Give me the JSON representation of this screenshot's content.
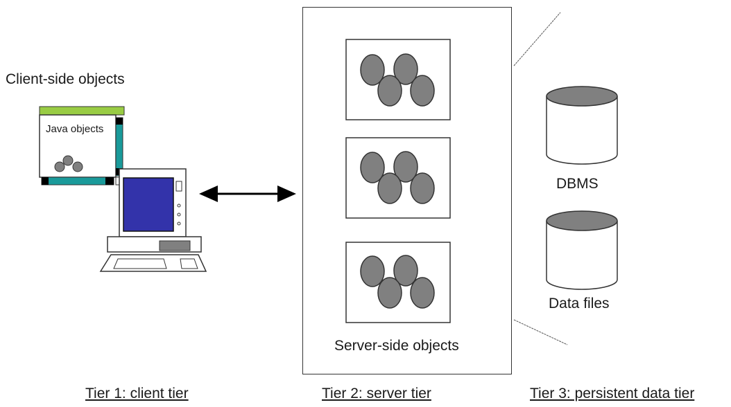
{
  "client": {
    "title": "Client-side objects",
    "java_label": "Java objects"
  },
  "server": {
    "label": "Server-side objects"
  },
  "data_tier": {
    "dbms_label": "DBMS",
    "files_label": "Data files"
  },
  "tiers": {
    "tier1": "Tier 1: client tier",
    "tier2": "Tier 2: server tier",
    "tier3": "Tier 3: persistent data tier"
  },
  "colors": {
    "object_fill": "#808080",
    "window_titlebar": "#99cc44",
    "window_frame": "#1a9a9a",
    "screen": "#3333aa",
    "db_top": "#808080"
  }
}
